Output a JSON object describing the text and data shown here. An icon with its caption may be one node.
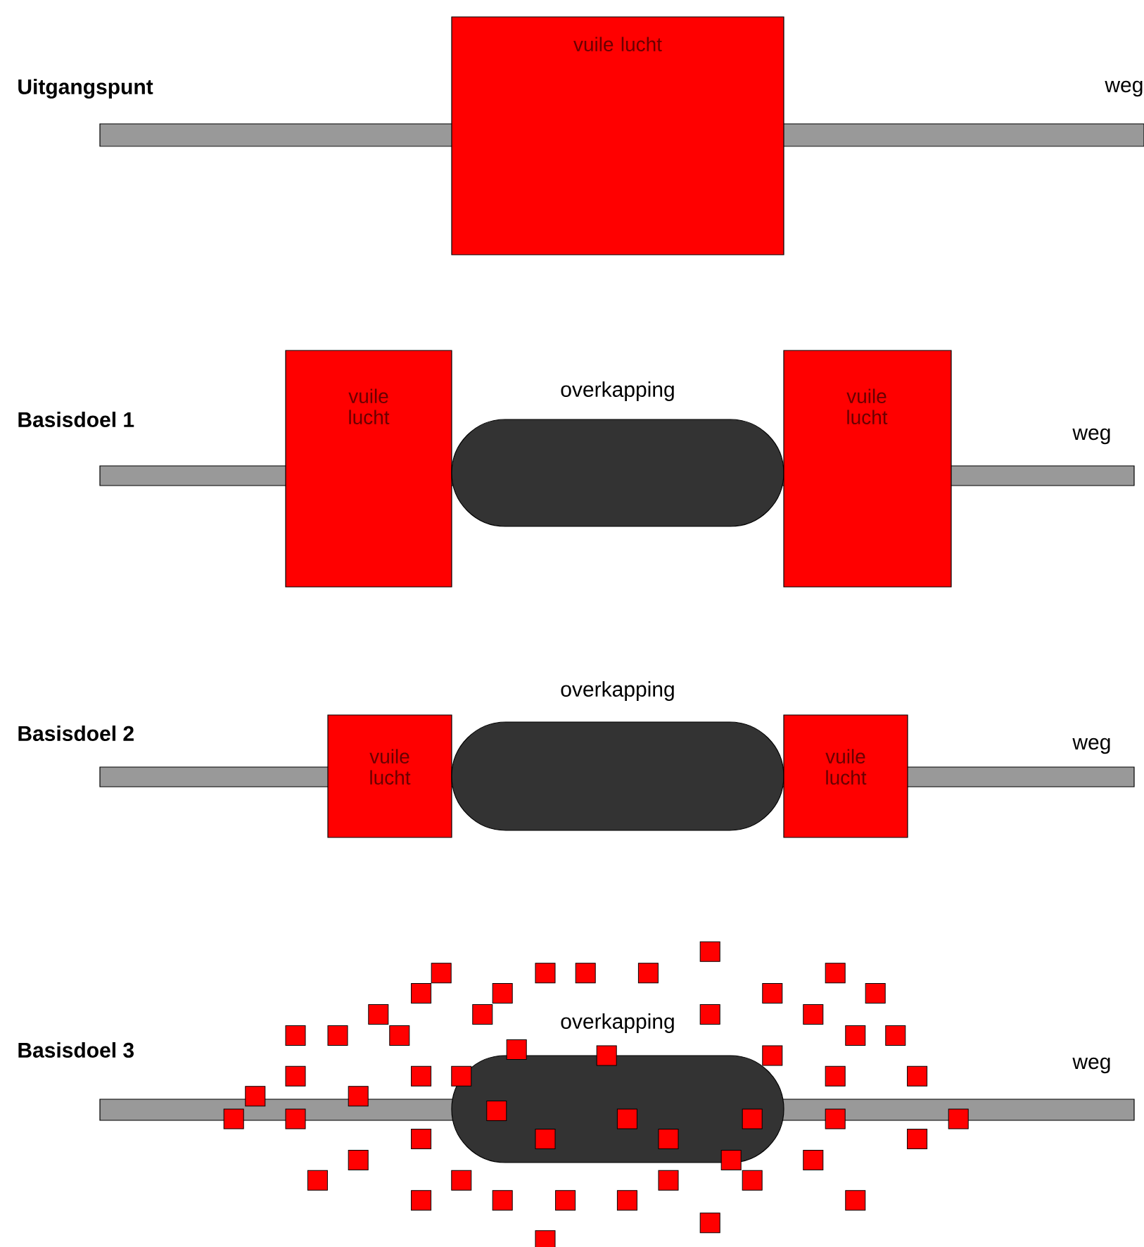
{
  "diagram": {
    "nodes": [
      {
        "text": [
          "vuile lucht"
        ]
      },
      {
        "text": [
          "vuile lucht"
        ]
      },
      {
        "text": [
          "overkapping"
        ]
      },
      {
        "text": [
          "vuile lucht"
        ]
      },
      {
        "text": [
          "vuile lucht"
        ]
      },
      {
        "text": [
          "overkapping"
        ]
      },
      {
        "text": [
          "vuile lucht"
        ]
      },
      {
        "text": [
          "overkapping"
        ]
      },
      {
        "text": [],
        "shape": "bar",
        "beside": [
          "Uitgangspunt",
          "weg"
        ]
      },
      {
        "text": [],
        "shape": "bar",
        "beside": [
          "Basisdoel 1",
          "weg"
        ]
      },
      {
        "text": [],
        "shape": "bar",
        "beside": [
          "Basisdoel 2",
          "weg"
        ]
      },
      {
        "text": [],
        "shape": "bar",
        "beside": [
          "Basisdoel 3",
          "weg"
        ]
      }
    ]
  }
}
